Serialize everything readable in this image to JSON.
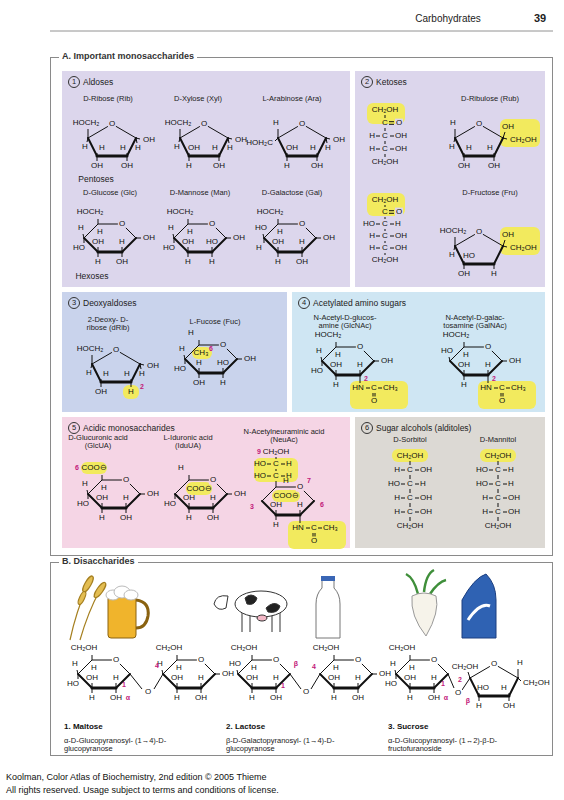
{
  "diagram": {
    "nodes": [
      {
        "text": [
          "A. Important monosaccharides"
        ]
      },
      {
        "text": [
          "1",
          "Aldoses"
        ],
        "in": 0
      },
      {
        "text": [
          "2",
          "Ketoses"
        ],
        "in": 0
      },
      {
        "text": [
          "3",
          "Deoxyaldoses"
        ],
        "in": 0
      },
      {
        "text": [
          "4",
          "Acetylated amino sugars"
        ],
        "in": 0
      },
      {
        "text": [
          "5",
          "Acidic monosaccharides"
        ],
        "in": 0
      },
      {
        "text": [
          "6",
          "Sugar alcohols (alditoles)"
        ],
        "in": 0
      },
      {
        "text": [
          "B. Disaccharides"
        ]
      }
    ],
    "labels": [
      "Carbohydrates",
      "39",
      "D-Ribose (Rib)",
      "D-Xylose (Xyl)",
      "L-Arabinose (Ara)",
      "HOCH₂",
      "O",
      "H",
      "H",
      "OH",
      "H",
      "H",
      "OH",
      "OH",
      "HOCH₂",
      "O",
      "H",
      "H",
      "OH",
      "OH",
      "H",
      "H",
      "OH",
      "H",
      "O",
      "HOH₂C",
      "H",
      "OH",
      "OH",
      "H",
      "H",
      "OH",
      "Pentoses",
      "D-Glucose (Glc)",
      "D-Mannose (Man)",
      "D-Galactose (Gal)",
      "HOCH₂",
      "H",
      "O",
      "H",
      "OH",
      "H",
      "OH",
      "HO",
      "H",
      "OH",
      "HOCH₂",
      "H",
      "O",
      "H",
      "OH",
      "HO",
      "OH",
      "HO",
      "H",
      "H",
      "HOCH₂",
      "HO",
      "H",
      "O",
      "OH",
      "H",
      "OH",
      "H",
      "H",
      "OH",
      "Hexoses",
      "D-Ribulose (Rub)",
      "CH₂OH",
      "C",
      "O",
      "H",
      "C",
      "OH",
      "H",
      "C",
      "OH",
      "CH₂OH",
      "H",
      "O",
      "OH",
      "H",
      "H",
      "H",
      "CH₂OH",
      "OH",
      "OH",
      "D-Fructose (Fru)",
      "CH₂OH",
      "C",
      "O",
      "HO",
      "C",
      "H",
      "H",
      "C",
      "OH",
      "H",
      "C",
      "OH",
      "CH₂OH",
      "HOCH₂",
      "O",
      "OH",
      "H",
      "HO",
      "CH₂OH",
      "OH",
      "H",
      "2-Deoxy- D-ribose (dRib)",
      "L-Fucose (Fuc)",
      "HOCH₂",
      "O",
      "H",
      "H",
      "OH",
      "H",
      "H",
      "OH",
      "H",
      "2",
      "H",
      "CH₃",
      "O",
      "H",
      "H",
      "HO",
      "OH",
      "HO",
      "OH",
      "H",
      "6",
      "N-Acetyl-D-glucos- amine (GlcNAc)",
      "N-Acetyl-D-galac- tosamine (GalNAc)",
      "HOCH₂",
      "H",
      "O",
      "H",
      "OH",
      "H",
      "OH",
      "HO",
      "H",
      "2",
      "HN",
      "C",
      "CH₃",
      "O",
      "HOCH₂",
      "HO",
      "H",
      "O",
      "OH",
      "H",
      "OH",
      "H",
      "2",
      "HN",
      "C",
      "CH₃",
      "O",
      "D-Glucuronic acid (GlcUA)",
      "L-Iduronic acid (IduUA)",
      "N-Acetylneuraminic acid (NeuAc)",
      "6",
      "COO⊖",
      "H",
      "O",
      "H",
      "OH",
      "H",
      "OH",
      "HO",
      "H",
      "OH",
      "H",
      "COO⊖",
      "O",
      "OH",
      "H",
      "OH",
      "HO",
      "H",
      "OH",
      "9",
      "CH₂OH",
      "HO",
      "C",
      "H",
      "HO",
      "C",
      "H",
      "H",
      "O",
      "COO⊖",
      "OH",
      "H",
      "H",
      "7",
      "3",
      "6",
      "HN",
      "C",
      "CH₃",
      "O",
      "D-Sorbitol",
      "D-Mannitol",
      "CH₂OH",
      "H",
      "C",
      "OH",
      "HO",
      "C",
      "H",
      "H",
      "C",
      "OH",
      "H",
      "C",
      "OH",
      "CH₂OH",
      "CH₂OH",
      "HO",
      "C",
      "H",
      "HO",
      "C",
      "H",
      "H",
      "C",
      "OH",
      "H",
      "C",
      "OH",
      "CH₂OH",
      "CH₂OH",
      "H",
      "O",
      "H",
      "OH",
      "H",
      "HO",
      "H",
      "OH",
      "1",
      "α",
      "O",
      "CH₂OH",
      "H",
      "O",
      "H",
      "OH",
      "H",
      "OH",
      "H",
      "OH",
      "4",
      "CH₂OH",
      "HO",
      "H",
      "O",
      "OH",
      "H",
      "H",
      "OH",
      "β",
      "1",
      "O",
      "CH₂OH",
      "H",
      "O",
      "OH",
      "H",
      "OH",
      "H",
      "OH",
      "4",
      "CH₂OH",
      "H",
      "O",
      "H",
      "OH",
      "H",
      "HO",
      "H",
      "OH",
      "1",
      "α",
      "O",
      "CH₂OH",
      "O",
      "H",
      "H",
      "HO",
      "CH₂OH",
      "OH",
      "H",
      "2",
      "β",
      "1. Maltose",
      "α-D-Glucopyranosyl- (1→4)-D-glucopyranose",
      "2. Lactose",
      "β-D-Galactopyranosyl- (1→4)-D-glucopyranose",
      "3. Sucrose",
      "α-D-Glucopyranosyl- (1↔2)-β-D-fructofuranoside",
      "Koolman, Color Atlas of Biochemistry, 2nd edition © 2005 Thieme",
      "All rights reserved. Usage subject to terms and conditions of license."
    ]
  }
}
